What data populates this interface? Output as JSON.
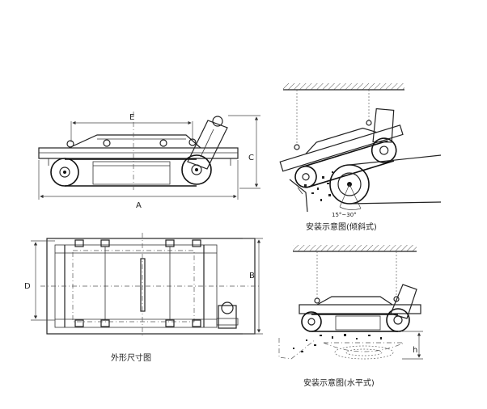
{
  "figure": {
    "labels": {
      "dim_E": "E",
      "dim_A": "A",
      "dim_C": "C",
      "dim_D": "D",
      "dim_B": "B",
      "dim_h": "h",
      "angle": "15°~30°"
    },
    "captions": {
      "outline_dimensions": "外形尺寸图",
      "install_inclined": "安装示意图(倾斜式)",
      "install_horizontal": "安装示意图(水平式)"
    }
  }
}
